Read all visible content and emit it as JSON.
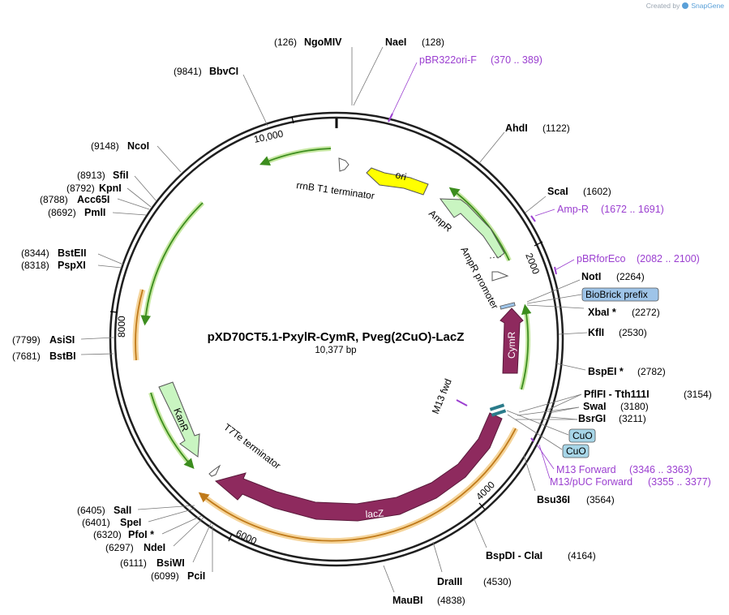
{
  "branding": {
    "created_by": "Created by",
    "app_name": "SnapGene",
    "accent": "#5aa0d8"
  },
  "plasmid": {
    "name": "pXD70CT5.1-PxylR-CymR, Pveg(2CuO)-LacZ",
    "size_label": "10,377 bp",
    "size_bp": 10377
  },
  "colors": {
    "backbone": "#1f1f1f",
    "orf": "#3c8d1e",
    "orf_glow": "#c7e8a3",
    "ori": "#ffff00",
    "ampr": "#c9f5c1",
    "kanr": "#c9f5c1",
    "cymr": "#8e2a5e",
    "lacz": "#8e2a5e",
    "lacz_orf": "#e0a23c",
    "primer": "#9b3fd0",
    "cuo": "#a7d6e8",
    "biobrick": "#9ec4e8"
  },
  "ticks": [
    "2000",
    "4000",
    "6000",
    "8000",
    "10,000"
  ],
  "sites": [
    {
      "id": "ngomiv",
      "name": "NgoMIV",
      "pos": "(126)",
      "bp": 126
    },
    {
      "id": "naei",
      "name": "NaeI",
      "pos": "(128)",
      "bp": 128
    },
    {
      "id": "ahdi",
      "name": "AhdI",
      "pos": "(1122)",
      "bp": 1122
    },
    {
      "id": "scai",
      "name": "ScaI",
      "pos": "(1602)",
      "bp": 1602
    },
    {
      "id": "noti",
      "name": "NotI",
      "pos": "(2264)",
      "bp": 2264
    },
    {
      "id": "xbai",
      "name": "XbaI *",
      "pos": "(2272)",
      "bp": 2272
    },
    {
      "id": "kfli",
      "name": "KflI",
      "pos": "(2530)",
      "bp": 2530
    },
    {
      "id": "bspei",
      "name": "BspEI *",
      "pos": "(2782)",
      "bp": 2782
    },
    {
      "id": "pflfi",
      "name": "PflFI - Tth111I",
      "pos": "(3154)",
      "bp": 3154
    },
    {
      "id": "swai",
      "name": "SwaI",
      "pos": "(3180)",
      "bp": 3180
    },
    {
      "id": "bsrgi",
      "name": "BsrGI",
      "pos": "(3211)",
      "bp": 3211
    },
    {
      "id": "bsu36i",
      "name": "Bsu36I",
      "pos": "(3564)",
      "bp": 3564
    },
    {
      "id": "bspdi",
      "name": "BspDI - ClaI",
      "pos": "(4164)",
      "bp": 4164
    },
    {
      "id": "draiii",
      "name": "DraIII",
      "pos": "(4530)",
      "bp": 4530
    },
    {
      "id": "maubi",
      "name": "MauBI",
      "pos": "(4838)",
      "bp": 4838
    },
    {
      "id": "pcii",
      "name": "PciI",
      "pos": "(6099)",
      "bp": 6099
    },
    {
      "id": "bsiwi",
      "name": "BsiWI",
      "pos": "(6111)",
      "bp": 6111
    },
    {
      "id": "ndei",
      "name": "NdeI",
      "pos": "(6297)",
      "bp": 6297
    },
    {
      "id": "pfoi",
      "name": "PfoI *",
      "pos": "(6320)",
      "bp": 6320
    },
    {
      "id": "spei",
      "name": "SpeI",
      "pos": "(6401)",
      "bp": 6401
    },
    {
      "id": "sali",
      "name": "SalI",
      "pos": "(6405)",
      "bp": 6405
    },
    {
      "id": "bstbi",
      "name": "BstBI",
      "pos": "(7681)",
      "bp": 7681
    },
    {
      "id": "asisi",
      "name": "AsiSI",
      "pos": "(7799)",
      "bp": 7799
    },
    {
      "id": "pspxi",
      "name": "PspXI",
      "pos": "(8318)",
      "bp": 8318
    },
    {
      "id": "bsteii",
      "name": "BstEII",
      "pos": "(8344)",
      "bp": 8344
    },
    {
      "id": "pmli",
      "name": "PmlI",
      "pos": "(8692)",
      "bp": 8692
    },
    {
      "id": "acc65i",
      "name": "Acc65I",
      "pos": "(8788)",
      "bp": 8788
    },
    {
      "id": "kpni",
      "name": "KpnI",
      "pos": "(8792)",
      "bp": 8792
    },
    {
      "id": "sfii",
      "name": "SfiI",
      "pos": "(8913)",
      "bp": 8913
    },
    {
      "id": "ncoi",
      "name": "NcoI",
      "pos": "(9148)",
      "bp": 9148
    },
    {
      "id": "bbvci",
      "name": "BbvCI",
      "pos": "(9841)",
      "bp": 9841
    }
  ],
  "primers": [
    {
      "id": "pbr322ori",
      "name": "pBR322ori-F",
      "range": "(370 .. 389)"
    },
    {
      "id": "ampr_primer",
      "name": "Amp-R",
      "range": "(1672 .. 1691)"
    },
    {
      "id": "pbrforeco",
      "name": "pBRforEco",
      "range": "(2082 .. 2100)"
    },
    {
      "id": "m13fwd_long",
      "name": "M13 Forward",
      "range": "(3346 .. 3363)"
    },
    {
      "id": "m13puc",
      "name": "M13/pUC Forward",
      "range": "(3355 .. 3377)"
    },
    {
      "id": "m13fwd",
      "name": "M13 fwd"
    }
  ],
  "features": {
    "ori": "ori",
    "ampr": "AmpR",
    "ampr_promoter": "AmpR promoter",
    "rrnb": "rrnB T1 terminator",
    "cymr": "CymR",
    "lacz": "lacZ",
    "kanr": "KanR",
    "t7te": "T7Te terminator",
    "biobrick": "BioBrick prefix",
    "cuo1": "CuO",
    "cuo2": "CuO"
  }
}
